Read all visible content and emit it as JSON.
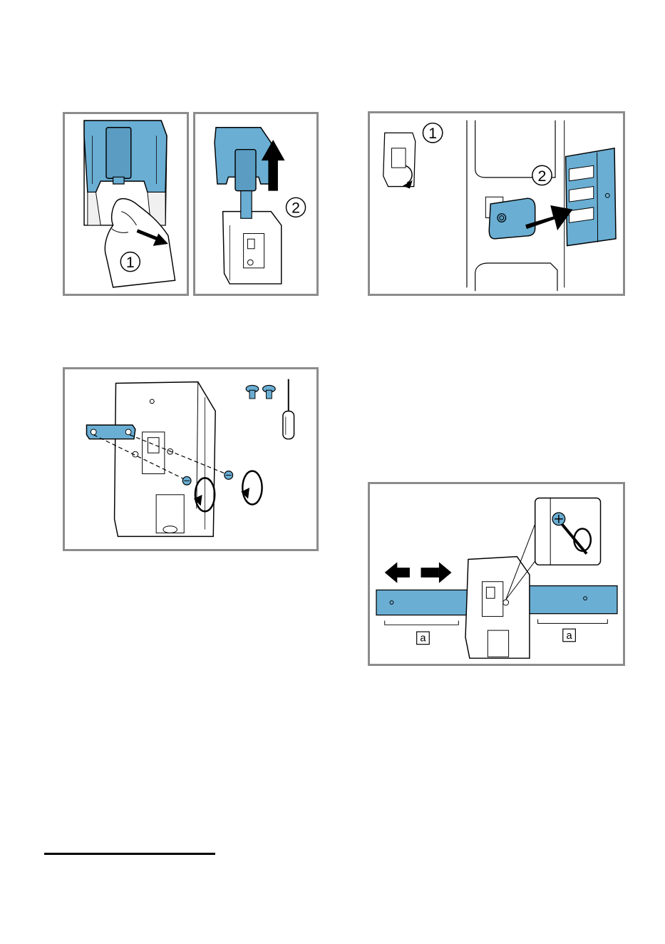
{
  "figures": {
    "fig1": {
      "steps": [
        "1"
      ]
    },
    "fig2": {
      "steps": [
        "2"
      ]
    },
    "fig3": {
      "steps": [
        "1",
        "2"
      ]
    },
    "fig5": {
      "callouts": [
        "a",
        "a"
      ]
    }
  },
  "colors": {
    "part_blue": "#6aaed3",
    "outline": "#000000",
    "frame": "#8c8c8c"
  }
}
